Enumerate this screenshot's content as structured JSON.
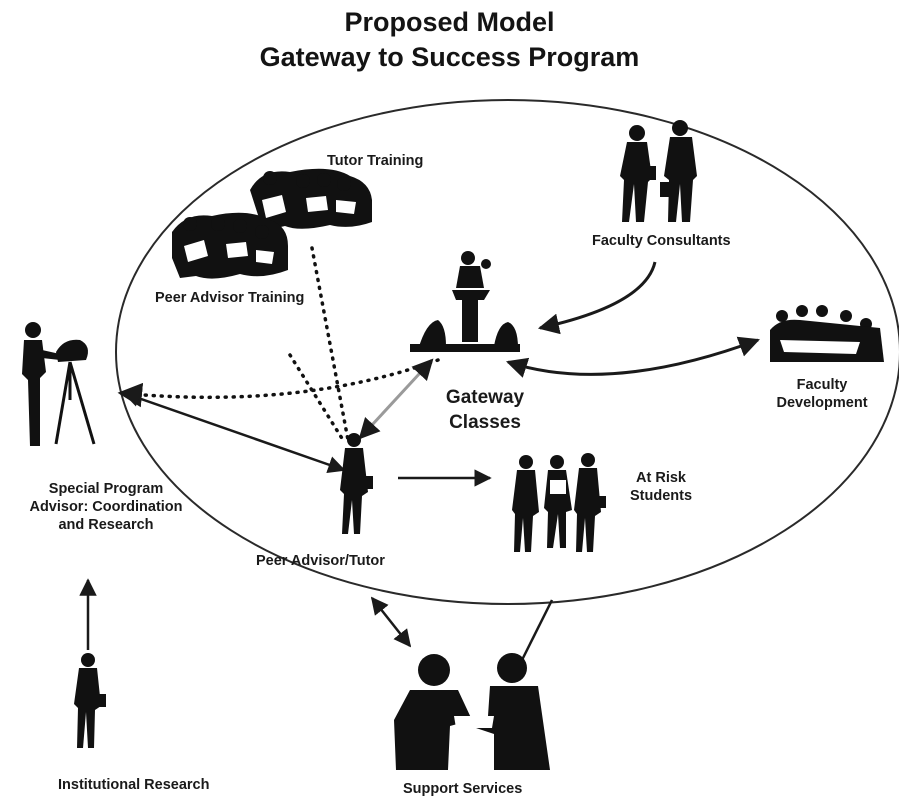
{
  "title": {
    "line1": "Proposed  Model",
    "line2": "Gateway to Success Program"
  },
  "nodes": {
    "tutor_training": "Tutor Training",
    "peer_advisor_training": "Peer Advisor Training",
    "faculty_consultants": "Faculty Consultants",
    "gateway_classes": {
      "line1": "Gateway",
      "line2": "Classes"
    },
    "faculty_development": {
      "line1": "Faculty",
      "line2": "Development"
    },
    "special_program_advisor": {
      "line1": "Special Program",
      "line2": "Advisor: Coordination",
      "line3": "and Research"
    },
    "peer_advisor_tutor": "Peer Advisor/Tutor",
    "at_risk_students": {
      "line1": "At Risk",
      "line2": "Students"
    },
    "institutional_research": "Institutional Research",
    "support_services": "Support Services"
  },
  "colors": {
    "ink": "#111111",
    "arrow": "#1a1a1a",
    "ellipse": "#2a2a2a",
    "background": "#ffffff"
  },
  "icons": [
    "tutor-training-group-icon",
    "peer-advisor-training-group-icon",
    "faculty-consultants-icon",
    "gateway-classes-lecture-icon",
    "faculty-development-meeting-icon",
    "special-program-advisor-icon",
    "peer-advisor-tutor-icon",
    "at-risk-students-icon",
    "institutional-research-icon",
    "support-services-handshake-icon"
  ]
}
